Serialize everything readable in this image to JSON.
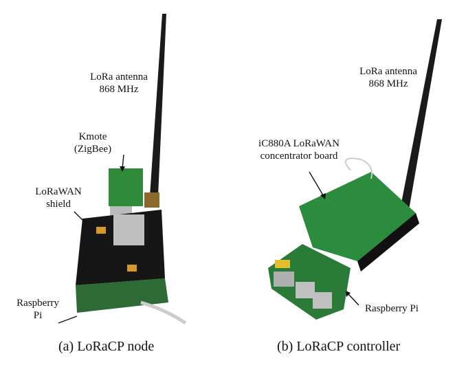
{
  "panel_a": {
    "antenna_label": [
      "LoRa antenna",
      "868 MHz"
    ],
    "kmote_label": [
      "Kmote",
      "(ZigBee)"
    ],
    "shield_label": [
      "LoRaWAN",
      "shield"
    ],
    "pi_label": [
      "Raspberry",
      "Pi"
    ],
    "caption": "(a)  LoRaCP node"
  },
  "panel_b": {
    "antenna_label": [
      "LoRa antenna",
      "868 MHz"
    ],
    "board_label": [
      "iC880A LoRaWAN",
      "concentrator board"
    ],
    "pi_label": "Raspberry Pi",
    "caption": "(b)  LoRaCP controller"
  }
}
